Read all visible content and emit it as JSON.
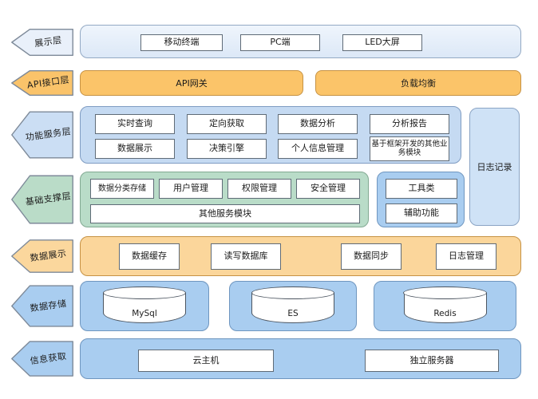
{
  "layers": {
    "presentation": {
      "label": "展示层",
      "items": [
        "移动终端",
        "PC端",
        "LED大屏"
      ]
    },
    "api": {
      "label": "API接口层",
      "items": [
        "API网关",
        "负载均衡"
      ]
    },
    "services": {
      "label": "功能服务层",
      "row1": [
        "实时查询",
        "定向获取",
        "数据分析",
        "分析报告"
      ],
      "row2": [
        "数据展示",
        "决策引擎",
        "个人信息管理",
        "基于框架开发的其他业务模块"
      ]
    },
    "support": {
      "label": "基础支撑层",
      "row1": [
        "数据分类存储",
        "用户管理",
        "权限管理",
        "安全管理"
      ],
      "wide_box": "其他服务模块",
      "side_panel": [
        "工具类",
        "辅助功能"
      ]
    },
    "log_panel": {
      "label": "日志记录"
    },
    "data_display": {
      "label": "数据展示",
      "items": [
        "数据缓存",
        "读写数据库",
        "数据同步",
        "日志管理"
      ]
    },
    "storage": {
      "label": "数据存储",
      "items": [
        "MySql",
        "ES",
        "Redis"
      ]
    },
    "acquisition": {
      "label": "信息获取",
      "items": [
        "云主机",
        "独立服务器"
      ]
    }
  },
  "colors": {
    "band_light_blue": "#e9f0fa",
    "band_blue": "#c5daf2",
    "band_green": "#b9dcc8",
    "band_orange": "#fbc469",
    "band_orange_light": "#fbd69b",
    "container_blue": "#a9cdf0",
    "log_blue": "#cfe2f6",
    "node_white": "#ffffff",
    "border_grey": "#7e8a99"
  }
}
